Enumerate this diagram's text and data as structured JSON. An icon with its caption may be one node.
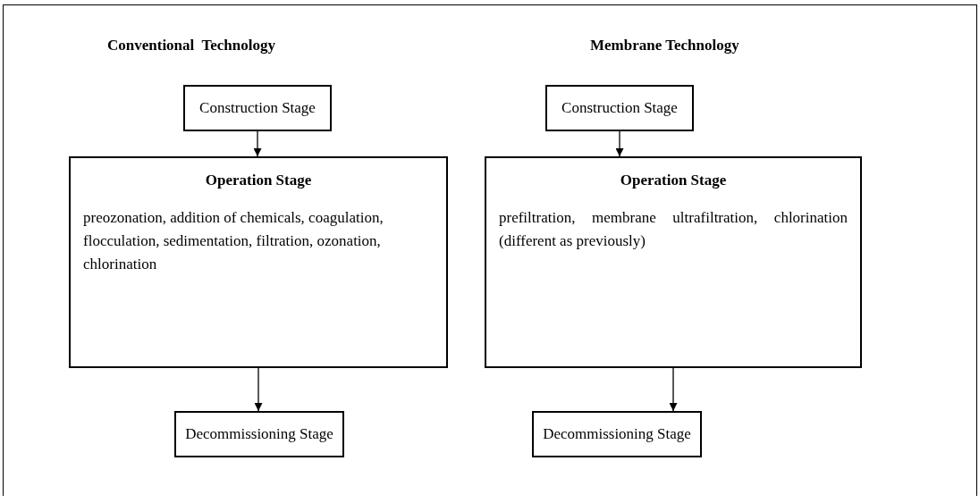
{
  "diagram": {
    "nodes": [
      {
        "text": [
          "Construction Stage"
        ]
      },
      {
        "text": [
          "Operation Stage",
          "preozonation, addition of chemicals, coagulation, flocculation, sedimentation, filtration, ozonation, chlorination"
        ]
      },
      {
        "text": [
          "Decommissioning Stage"
        ]
      },
      {
        "text": [
          "Construction Stage"
        ]
      },
      {
        "text": [
          "Operation Stage",
          "prefiltration, membrane ultrafiltration, chlorination (different as previously)"
        ]
      },
      {
        "text": [
          "Decommissioning Stage"
        ]
      }
    ],
    "edges": [
      {
        "from": 0,
        "to": 1,
        "arrow": "to"
      },
      {
        "from": 1,
        "to": 2,
        "arrow": "to"
      },
      {
        "from": 3,
        "to": 4,
        "arrow": "to"
      },
      {
        "from": 4,
        "to": 5,
        "arrow": "to"
      }
    ],
    "labels": [
      "Conventional  Technology",
      "Membrane Technology"
    ]
  }
}
